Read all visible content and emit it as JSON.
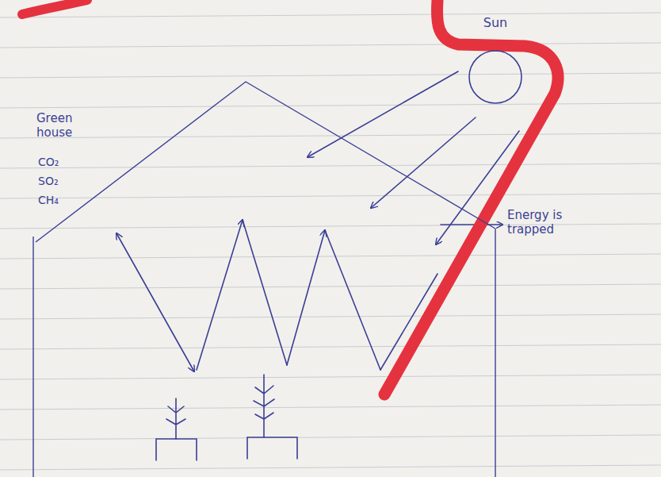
{
  "diagram": {
    "nodes": [
      {
        "text": [
          "Sun"
        ]
      },
      {
        "text": [
          "Green house",
          "CO₂",
          "SO₂",
          "CH₄"
        ]
      }
    ],
    "labels": [
      "Energy is trapped"
    ]
  }
}
